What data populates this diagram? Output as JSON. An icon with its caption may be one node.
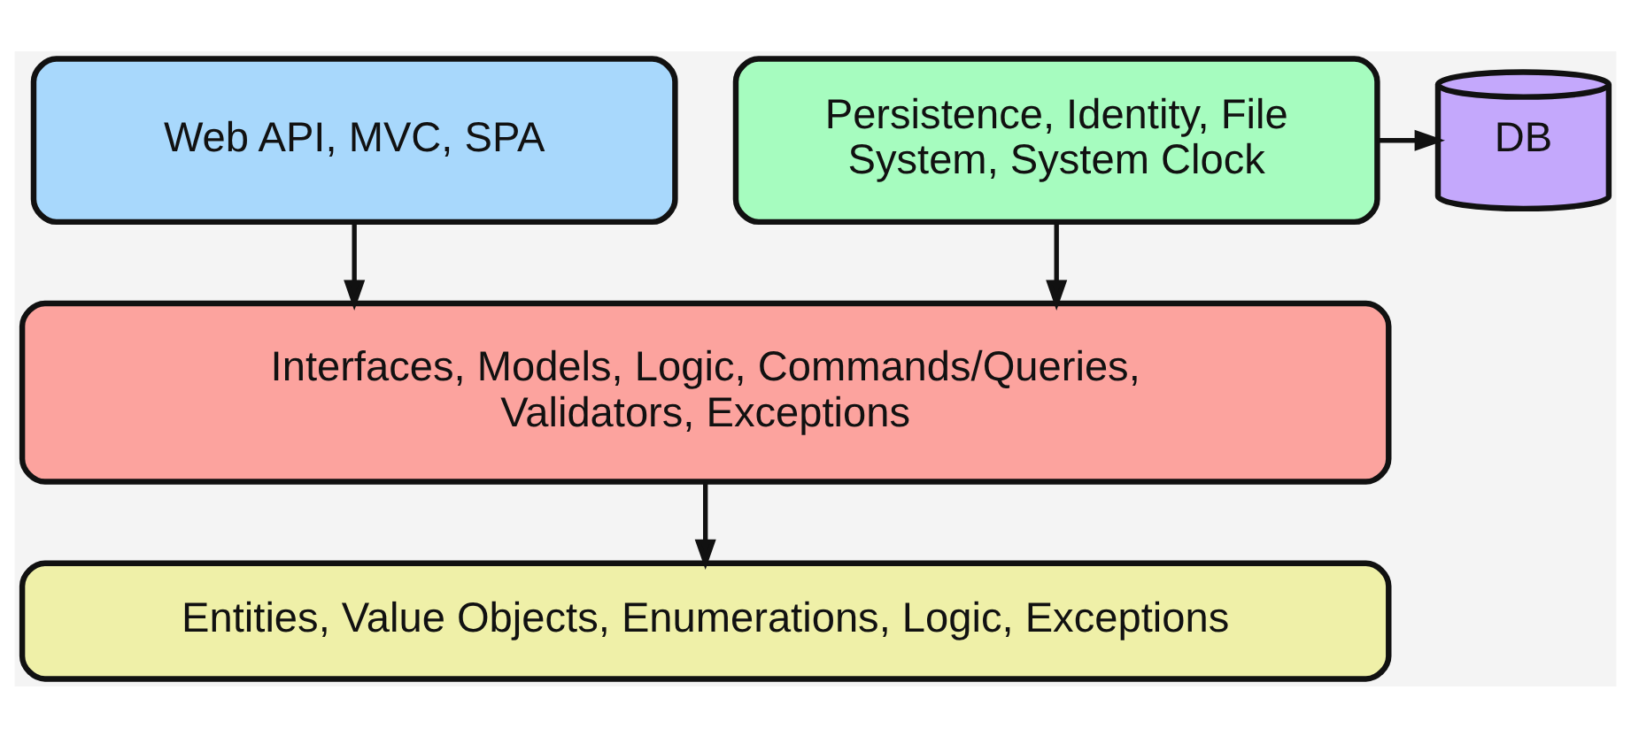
{
  "diagram": {
    "nodes": [
      {
        "text": [
          "Web API, MVC, SPA"
        ]
      },
      {
        "text": [
          "Persistence, Identity, File System, System Clock"
        ]
      },
      {
        "text": [
          "DB"
        ]
      },
      {
        "text": [
          "Interfaces, Models, Logic, Commands/Queries, Validators, Exceptions"
        ]
      },
      {
        "text": [
          "Entities, Value Objects, Enumerations, Logic, Exceptions"
        ]
      }
    ],
    "edges": [
      {
        "from": 1,
        "to": 2,
        "arrow": "to"
      },
      {
        "from": 0,
        "to": 3,
        "arrow": "to"
      },
      {
        "from": 1,
        "to": 3,
        "arrow": "to"
      },
      {
        "from": 3,
        "to": 4,
        "arrow": "to"
      }
    ]
  }
}
